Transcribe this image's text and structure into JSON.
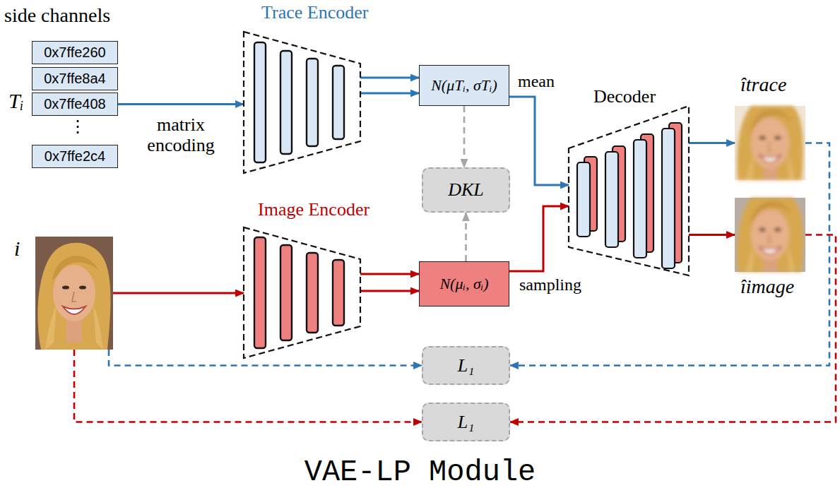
{
  "diagram": {
    "caption": "VAE-LP Module",
    "nodes": [
      {
        "text": [
          "0x7ffe260"
        ]
      },
      {
        "text": [
          "0x7ffe8a4"
        ]
      },
      {
        "text": [
          "0x7ffe408"
        ]
      },
      {
        "text": [
          "0x7ffe2c4"
        ]
      },
      {
        "text": [
          "Trace Encoder"
        ]
      },
      {
        "text": [
          "N(μTᵢ, σTᵢ)"
        ]
      },
      {
        "text": [
          "DKL"
        ]
      },
      {
        "text": [
          "i"
        ]
      },
      {
        "text": [
          "Image Encoder"
        ]
      },
      {
        "text": [
          "N(μᵢ, σᵢ)"
        ]
      },
      {
        "text": [
          "Decoder"
        ]
      },
      {
        "text": [
          "îtrace"
        ]
      },
      {
        "text": [
          "îimage"
        ]
      },
      {
        "text": [
          "L₁"
        ]
      },
      {
        "text": [
          "L₁"
        ]
      }
    ],
    "edges": [
      {
        "from": 2,
        "to": 4,
        "arrow": "to",
        "label": "matrix encoding"
      },
      {
        "from": 4,
        "to": 5,
        "arrow": "to"
      },
      {
        "from": 4,
        "to": 5,
        "arrow": "to"
      },
      {
        "from": 5,
        "to": 6,
        "arrow": "to"
      },
      {
        "from": 9,
        "to": 6,
        "arrow": "to"
      },
      {
        "from": 5,
        "to": 10,
        "arrow": "to",
        "label": "mean"
      },
      {
        "from": 7,
        "to": 8,
        "arrow": "to"
      },
      {
        "from": 8,
        "to": 9,
        "arrow": "to"
      },
      {
        "from": 8,
        "to": 9,
        "arrow": "to"
      },
      {
        "from": 9,
        "to": 10,
        "arrow": "to",
        "label": "sampling"
      },
      {
        "from": 10,
        "to": 11,
        "arrow": "to"
      },
      {
        "from": 10,
        "to": 12,
        "arrow": "to"
      },
      {
        "from": 11,
        "to": 13,
        "arrow": "to"
      },
      {
        "from": 7,
        "to": 13,
        "arrow": "to"
      },
      {
        "from": 7,
        "to": 14,
        "arrow": "to"
      },
      {
        "from": 12,
        "to": 14,
        "arrow": "to"
      }
    ],
    "labels": [
      "side channels",
      "Tᵢ",
      "⋮"
    ]
  }
}
